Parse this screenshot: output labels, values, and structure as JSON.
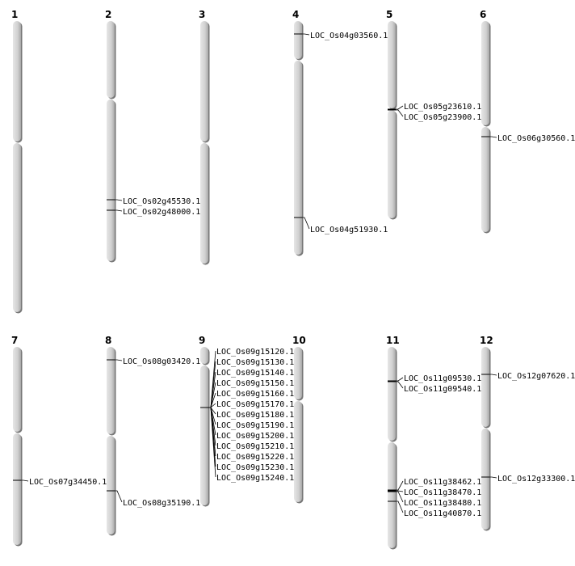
{
  "title": "Chromosome gene location map",
  "chromosomes": [
    {
      "name": "1",
      "genes": []
    },
    {
      "name": "2",
      "genes": [
        "LOC_Os02g45530.1",
        "LOC_Os02g48000.1"
      ]
    },
    {
      "name": "3",
      "genes": []
    },
    {
      "name": "4",
      "genes": [
        "LOC_Os04g03560.1",
        "LOC_Os04g51930.1"
      ]
    },
    {
      "name": "5",
      "genes": [
        "LOC_Os05g23610.1",
        "LOC_Os05g23900.1"
      ]
    },
    {
      "name": "6",
      "genes": [
        "LOC_Os06g30560.1"
      ]
    },
    {
      "name": "7",
      "genes": [
        "LOC_Os07g34450.1"
      ]
    },
    {
      "name": "8",
      "genes": [
        "LOC_Os08g03420.1",
        "LOC_Os08g35190.1"
      ]
    },
    {
      "name": "9",
      "genes": [
        "LOC_Os09g15120.1",
        "LOC_Os09g15130.1",
        "LOC_Os09g15140.1",
        "LOC_Os09g15150.1",
        "LOC_Os09g15160.1",
        "LOC_Os09g15170.1",
        "LOC_Os09g15180.1",
        "LOC_Os09g15190.1",
        "LOC_Os09g15200.1",
        "LOC_Os09g15210.1",
        "LOC_Os09g15220.1",
        "LOC_Os09g15230.1",
        "LOC_Os09g15240.1"
      ]
    },
    {
      "name": "10",
      "genes": []
    },
    {
      "name": "11",
      "genes": [
        "LOC_Os11g09530.1",
        "LOC_Os11g09540.1",
        "LOC_Os11g38462.1",
        "LOC_Os11g38470.1",
        "LOC_Os11g38480.1",
        "LOC_Os11g40870.1"
      ]
    },
    {
      "name": "12",
      "genes": [
        "LOC_Os12g07620.1",
        "LOC_Os12g33300.1"
      ]
    }
  ],
  "colors": {
    "chromosome": "#d4d4d4",
    "shadow": "#777777",
    "line": "#000000"
  }
}
